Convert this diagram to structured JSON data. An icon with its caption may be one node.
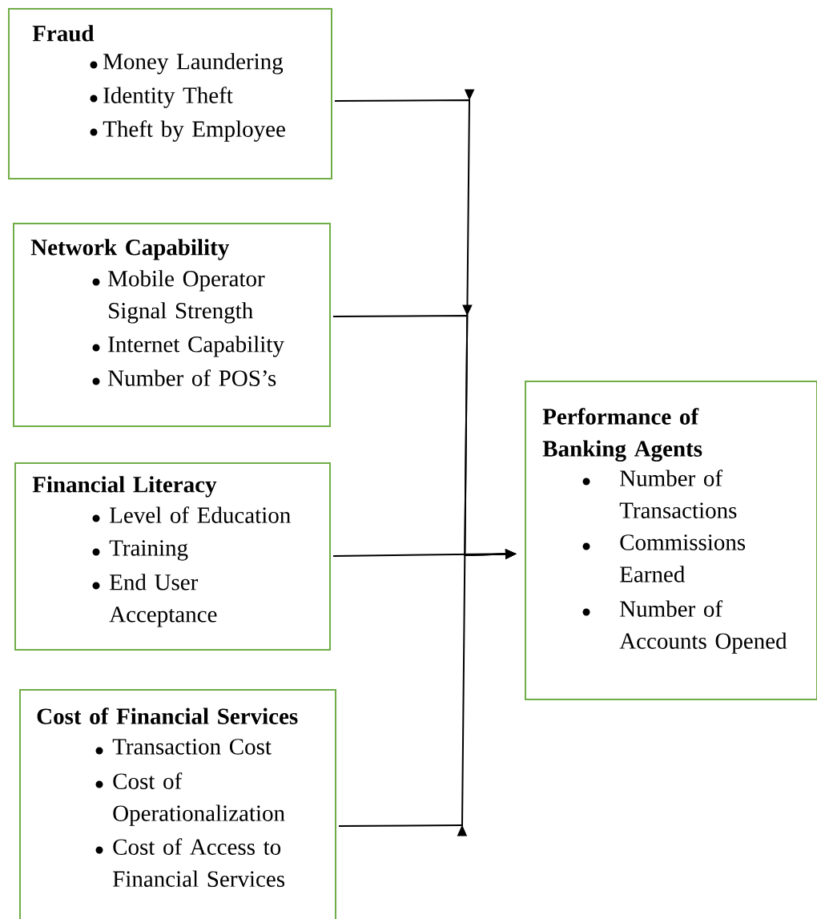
{
  "diagram": {
    "nodes": [
      {
        "text": [
          "Fraud",
          "Money Laundering",
          "Identity Theft",
          "Theft by Employee"
        ]
      },
      {
        "text": [
          "Network Capability",
          "Mobile Operator Signal Strength",
          "Internet Capability",
          "Number of POS’s"
        ]
      },
      {
        "text": [
          "Financial Literacy",
          "Level of Education",
          "Training",
          "End User Acceptance"
        ]
      },
      {
        "text": [
          "Cost of Financial Services",
          "Transaction Cost",
          "Cost of Operationalization",
          "Cost of Access to Financial Services"
        ]
      },
      {
        "text": [
          "Performance of Banking Agents",
          "Number of Transactions",
          "Commissions Earned",
          "Number of Accounts Opened"
        ]
      }
    ],
    "edges": [
      {
        "from": 0,
        "to": 4,
        "arrow": "to"
      },
      {
        "from": 1,
        "to": 4,
        "arrow": "to"
      },
      {
        "from": 2,
        "to": 4,
        "arrow": "to"
      },
      {
        "from": 3,
        "to": 4,
        "arrow": "to"
      }
    ]
  }
}
